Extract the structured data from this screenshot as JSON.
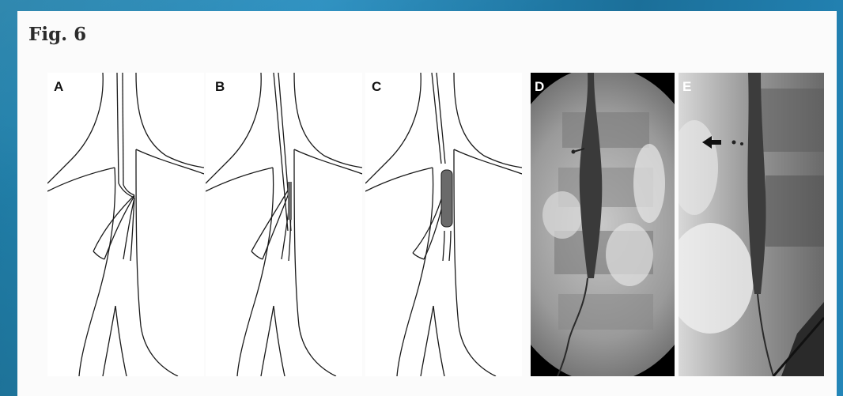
{
  "figure": {
    "title": "Fig. 6",
    "panels": [
      {
        "id": "A",
        "label": "A"
      },
      {
        "id": "B",
        "label": "B"
      },
      {
        "id": "C",
        "label": "C"
      },
      {
        "id": "D",
        "label": "D"
      },
      {
        "id": "E",
        "label": "E"
      }
    ]
  },
  "colors": {
    "background_accent": "#2a8fc0",
    "slide": "#fbfbfb",
    "line": "#1a1a1a",
    "balloon": "#6a6a6a"
  }
}
